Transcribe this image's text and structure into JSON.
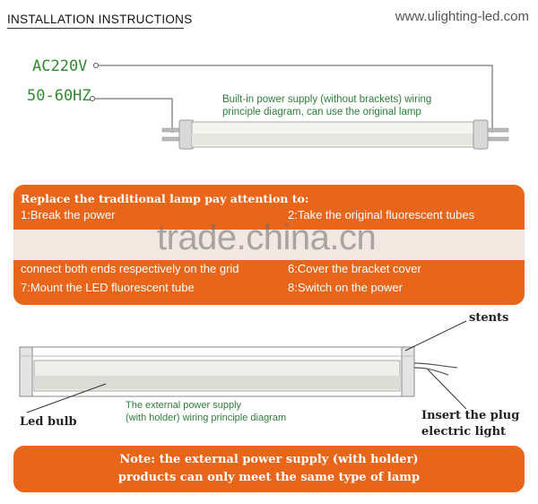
{
  "header": {
    "title": "INSTALLATION INSTRUCTIONS",
    "url": "www.ulighting-led.com"
  },
  "diagram1": {
    "input_voltage": "AC220V",
    "input_frequency": "50-60HZ",
    "caption_line1": "Built-in power supply (without brackets) wiring",
    "caption_line2": "principle diagram, can use the original lamp"
  },
  "replace_panel": {
    "heading": "Replace the traditional lamp pay attention to:",
    "steps": {
      "s1": "1:Break the power",
      "s2": "2:Take the original fluorescent tubes",
      "s5": "connect both ends respectively on the grid",
      "s6": "6:Cover the bracket cover",
      "s7": "7:Mount the LED fluorescent tube",
      "s8": "8:Switch on the power"
    }
  },
  "watermark": "trade.china.cn",
  "diagram2": {
    "stents_label": "stents",
    "bulb_label": "Led bulb",
    "caption_line1": "The external power supply",
    "caption_line2": "(with holder) wiring principle diagram",
    "plug_label": "Insert the plug",
    "electric_label": "electric light"
  },
  "note_panel": {
    "line1": "Note: the external power supply (with holder)",
    "line2": "products can only meet the same type of lamp"
  },
  "colors": {
    "accent_orange": "#e8651a",
    "label_green": "#2e8b2e",
    "caption_green": "#2e7d3a"
  }
}
